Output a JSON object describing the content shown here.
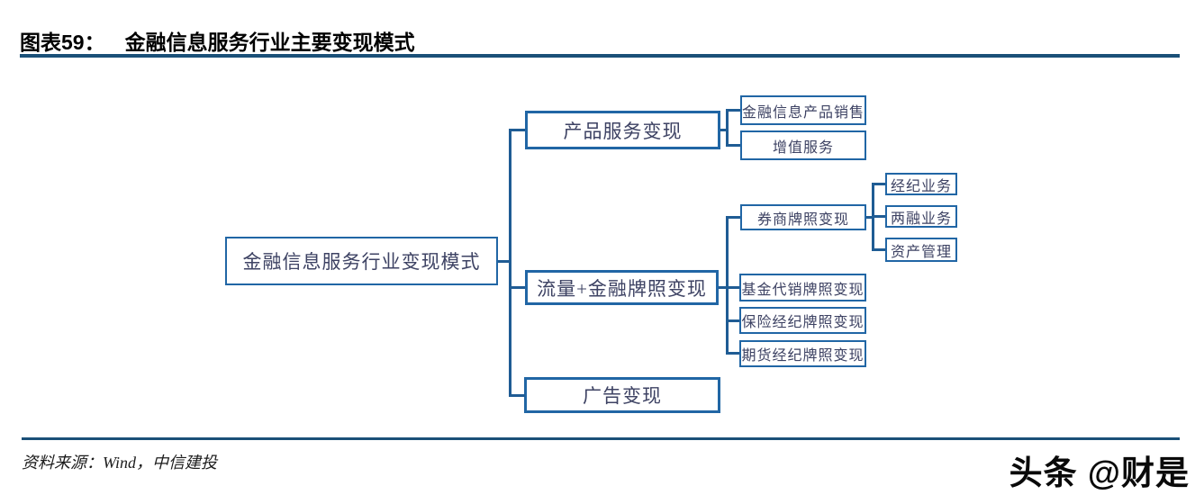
{
  "header": {
    "figure_label": "图表59：",
    "title": "金融信息服务行业主要变现模式"
  },
  "diagram": {
    "root": {
      "label": "金融信息服务行业变现模式"
    },
    "branches": [
      {
        "label": "产品服务变现",
        "children": [
          {
            "label": "金融信息产品销售"
          },
          {
            "label": "增值服务"
          }
        ]
      },
      {
        "label": "流量+金融牌照变现",
        "children": [
          {
            "label": "券商牌照变现",
            "children": [
              {
                "label": "经纪业务"
              },
              {
                "label": "两融业务"
              },
              {
                "label": "资产管理"
              }
            ]
          },
          {
            "label": "基金代销牌照变现"
          },
          {
            "label": "保险经纪牌照变现"
          },
          {
            "label": "期货经纪牌照变现"
          }
        ]
      },
      {
        "label": "广告变现"
      }
    ]
  },
  "footer": {
    "source": "资料来源：Wind，中信建投",
    "watermark": "头条 @财是"
  },
  "colors": {
    "rule": "#1a5078",
    "box_border": "#2166a5",
    "connector": "#1f5c94",
    "box_text": "#3d4263"
  }
}
